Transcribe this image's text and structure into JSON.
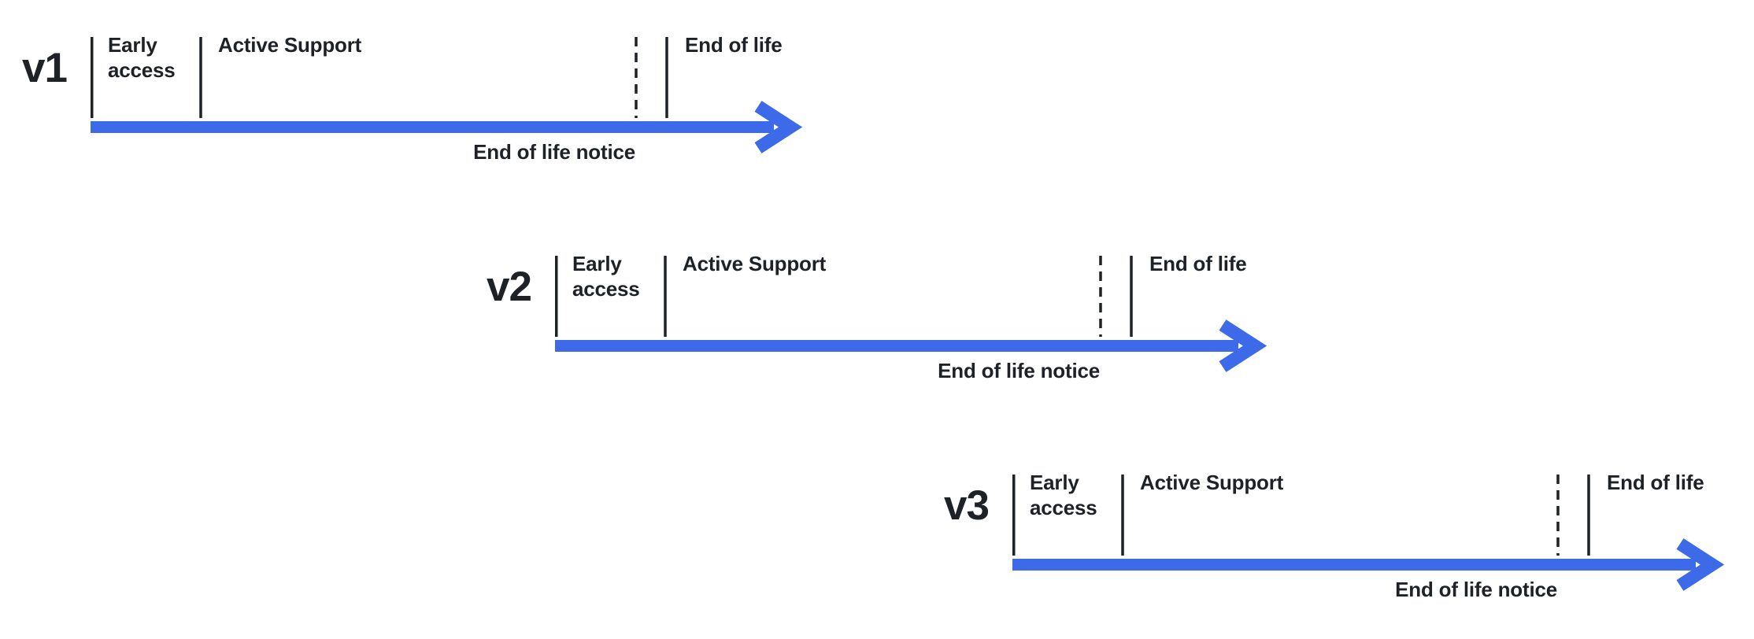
{
  "diagram": {
    "type": "version-lifecycle-timeline",
    "rows": [
      {
        "version": "v1"
      },
      {
        "version": "v2"
      },
      {
        "version": "v3"
      }
    ],
    "labels": {
      "early_access": "Early\naccess",
      "active_support": "Active Support",
      "end_of_life": "End of life",
      "end_of_life_notice": "End of life notice"
    },
    "colors": {
      "arrow_blue": "#3C6AE8",
      "ink": "#1E2227",
      "background": "#FFFFFF"
    }
  }
}
